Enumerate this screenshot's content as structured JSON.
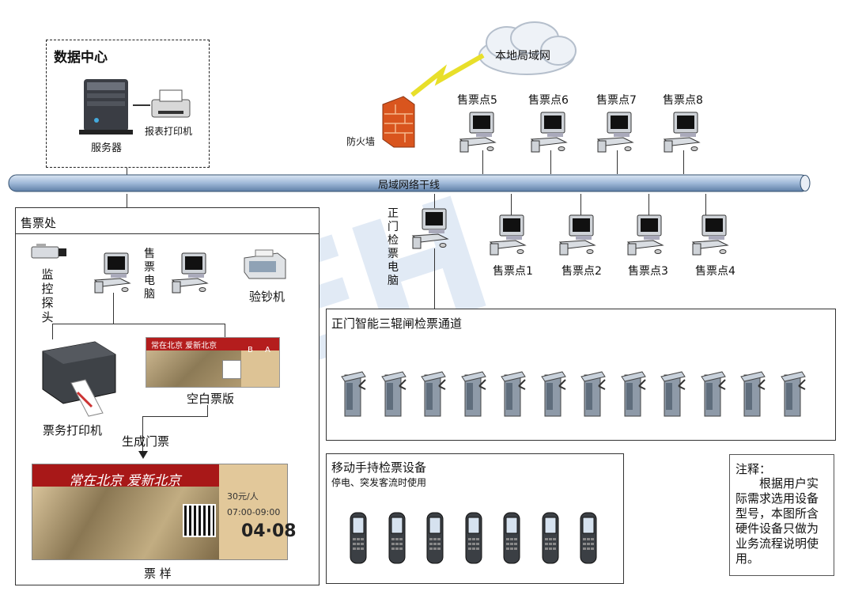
{
  "data_center": {
    "title": "数据中心",
    "server_label": "服务器",
    "printer_label": "报表打印机"
  },
  "network": {
    "cloud_label": "本地局域网",
    "firewall_label": "防火墙",
    "backbone_label": "局域网络干线"
  },
  "sale_points_top": [
    "售票点5",
    "售票点6",
    "售票点7",
    "售票点8"
  ],
  "sale_points_bottom": [
    "售票点1",
    "售票点2",
    "售票点3",
    "售票点4"
  ],
  "gate_pc_label": "正门检票电脑",
  "ticket_office": {
    "title": "售票处",
    "camera_label": "监控探头",
    "sale_pc_label": "售票电脑",
    "money_checker_label": "验钞机",
    "ticket_printer_label": "票务打印机",
    "blank_ticket_label": "空白票版",
    "generate_label": "生成门票",
    "sample_label": "票 样"
  },
  "turnstile": {
    "title": "正门智能三辊闸检票通道",
    "count": 12
  },
  "handheld": {
    "title": "移动手持检票设备",
    "subtitle": "停电、突发客流时使用",
    "count": 7
  },
  "note": {
    "title": "注释：",
    "text": "根据用户实际需求选用设备型号，本图所含硬件设备只做为业务流程说明使用。"
  },
  "ticket": {
    "slogan": "常在北京 爱新北京",
    "price": "30元/人",
    "time": "07:00-09:00",
    "date": "04·08",
    "seat_b": "B",
    "seat_a": "A"
  },
  "watermark": "GEH"
}
